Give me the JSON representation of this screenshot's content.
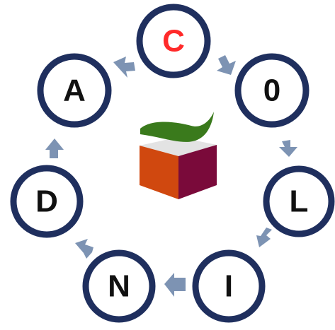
{
  "nodes": [
    {
      "id": "c",
      "letter": "C",
      "color": "#ff2a2a"
    },
    {
      "id": "o",
      "letter": "0",
      "color": "#111111"
    },
    {
      "id": "l",
      "letter": "L",
      "color": "#111111"
    },
    {
      "id": "i",
      "letter": "I",
      "color": "#111111"
    },
    {
      "id": "n",
      "letter": "N",
      "color": "#111111"
    },
    {
      "id": "d",
      "letter": "D",
      "color": "#111111"
    },
    {
      "id": "a",
      "letter": "A",
      "color": "#111111"
    }
  ],
  "colors": {
    "ring": "#1f2f5e",
    "arrow": "#7d93b3",
    "box_left": "#d0480f",
    "box_right": "#7a0a3a",
    "box_top": "#e3e3e3",
    "leaf": "#3a7a1c"
  },
  "center_icon": "open-box-with-green-lid-icon"
}
